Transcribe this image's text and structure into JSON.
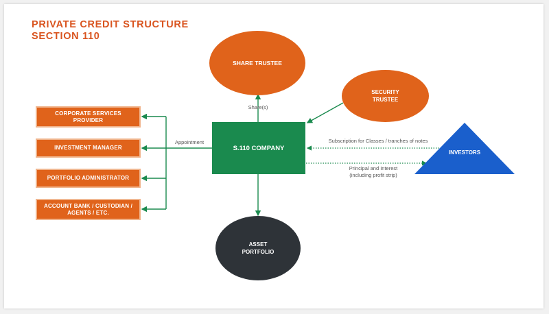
{
  "title": {
    "line1": "PRIVATE CREDIT STRUCTURE",
    "line2": "SECTION 110"
  },
  "nodes": {
    "share_trustee": "SHARE TRUSTEE",
    "security_trustee_1": "SECURITY",
    "security_trustee_2": "TRUSTEE",
    "company": "S.110 COMPANY",
    "investors": "INVESTORS",
    "asset_portfolio_1": "ASSET",
    "asset_portfolio_2": "PORTFOLIO",
    "service_providers": [
      {
        "line1": "CORPORATE SERVICES",
        "line2": "PROVIDER"
      },
      {
        "line1": "INVESTMENT MANAGER",
        "line2": ""
      },
      {
        "line1": "PORTFOLIO ADMINISTRATOR",
        "line2": ""
      },
      {
        "line1": "ACCOUNT BANK / CUSTODIAN /",
        "line2": "AGENTS / ETC."
      }
    ]
  },
  "edges": {
    "shares": "Share(s)",
    "appointment": "Appointment",
    "subscription": "Subscription for Classes / tranches of notes",
    "principal_1": "Principal and Interest",
    "principal_2": "(including profit strip)"
  },
  "colors": {
    "orange": "#e0631b",
    "green": "#1a8a4e",
    "blue": "#1a5fcc",
    "dark": "#2e3338",
    "title": "#d9541f",
    "connector": "#1a8a4e"
  }
}
